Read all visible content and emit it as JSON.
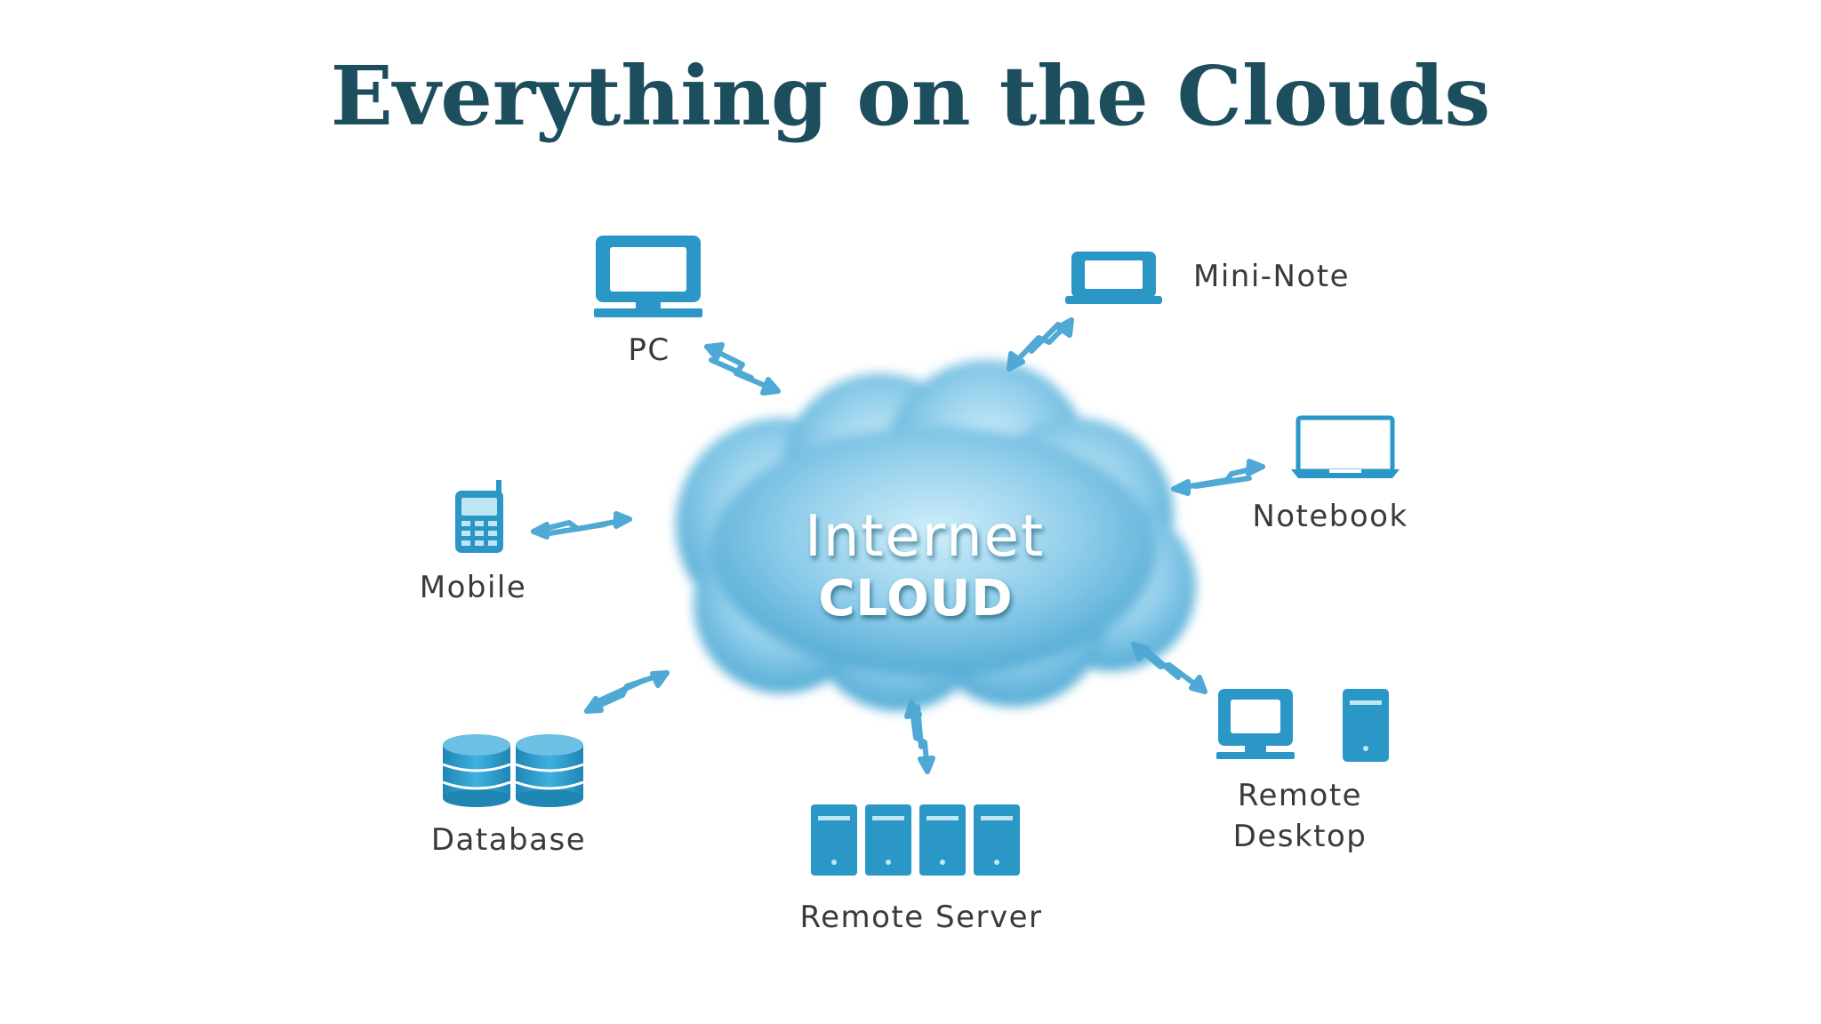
{
  "title": "Everything on the Clouds",
  "cloud": {
    "line1": "Internet",
    "line2": "CLOUD"
  },
  "nodes": {
    "pc": "PC",
    "mini_note": "Mini-Note",
    "notebook": "Notebook",
    "mobile": "Mobile",
    "database": "Database",
    "remote_server": "Remote Server",
    "remote_desktop_line1": "Remote",
    "remote_desktop_line2": "Desktop"
  },
  "colors": {
    "title": "#1d4e5e",
    "icon": "#2a97c6",
    "icon_light": "#6cc0e3",
    "label": "#3a3a3a",
    "cloud_light": "#b9e1f2",
    "cloud_mid": "#7cc3e3",
    "cloud_dark": "#4fa9d4",
    "connector": "#4fa9d4"
  }
}
